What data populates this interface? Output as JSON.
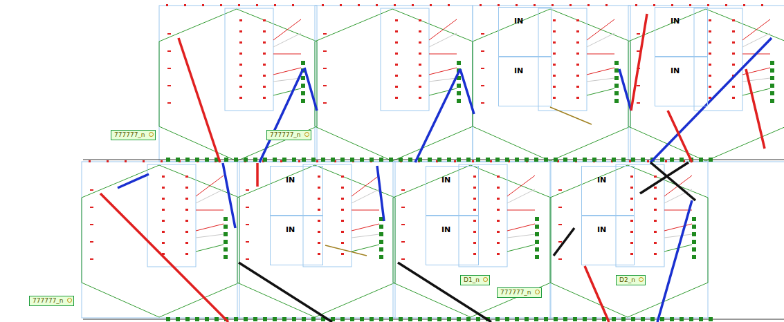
{
  "diagram": {
    "nodes": [
      {
        "text": [
          "IN"
        ]
      },
      {
        "text": [
          "IN"
        ]
      },
      {
        "text": [
          "IN"
        ]
      },
      {
        "text": [
          "IN"
        ]
      },
      {
        "text": [
          "IN"
        ]
      },
      {
        "text": [
          "IN"
        ]
      },
      {
        "text": [
          "IN"
        ]
      },
      {
        "text": [
          "IN"
        ]
      },
      {
        "text": [
          "IN"
        ]
      },
      {
        "text": [
          "IN"
        ]
      }
    ],
    "labels": [
      "777777_n",
      "777777_n",
      "777777_n",
      "777777_n",
      "D1_n",
      "D2_n"
    ]
  }
}
